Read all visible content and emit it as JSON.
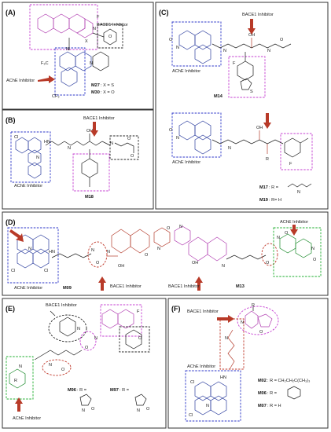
{
  "panels": [
    {
      "label": "(A)",
      "labels": {
        "bace": "BACE1 Inhibitor",
        "ache": "AChE Inhibitor"
      },
      "atoms": [
        "F",
        "N",
        "O",
        "F₃C",
        "CF₃",
        "N",
        "N",
        "X"
      ],
      "compounds": [
        {
          "name": "M27",
          "desc": ": X = S"
        },
        {
          "name": "M30",
          "desc": ": X = O"
        }
      ]
    },
    {
      "label": "(B)",
      "labels": {
        "bace": "BACE1 Inhibitor",
        "ache": "AChE Inhibitor"
      },
      "atoms": [
        "Cl",
        "N",
        "HN",
        "N",
        "OH",
        "N",
        "O",
        "O"
      ],
      "compounds": [
        {
          "name": "M18",
          "desc": ""
        }
      ]
    },
    {
      "label": "(C)",
      "labels": {
        "bace": "BACE1 Inhibitor",
        "ache1": "AChE Inhibitor",
        "ache2": "AChE Inhibitor"
      },
      "atoms": [
        "O",
        "N",
        "N",
        "OH",
        "N",
        "O",
        "F",
        "S",
        "N",
        "O",
        "N",
        "N",
        "OH",
        "R",
        "F"
      ],
      "compounds": [
        {
          "name": "M14",
          "desc": ""
        },
        {
          "name": "M17",
          "desc": ": R ="
        },
        {
          "name": "M19",
          "desc": ": R= H"
        }
      ]
    },
    {
      "label": "(D)",
      "labels": {
        "ache1": "AChE Inhibitor",
        "bace1": "BACE1 Inhibitor",
        "bace2": "BACE1 Inhibitor",
        "ache2": "AChE Inhibitor"
      },
      "atoms": [
        "N",
        "Cl",
        "Cl",
        "HN",
        "N",
        "O",
        "N",
        "OH",
        "O",
        "N",
        "O",
        "N",
        "OH",
        "N",
        "O",
        "N",
        "O",
        "N",
        "O"
      ],
      "compounds": [
        {
          "name": "M09",
          "desc": ""
        },
        {
          "name": "M13",
          "desc": ""
        }
      ]
    },
    {
      "label": "(E)",
      "labels": {
        "bace": "BACE1 Inhibitor",
        "ache": "AChE Inhibitor"
      },
      "atoms": [
        "F",
        "N",
        "N",
        "O",
        "O",
        "N",
        "O",
        "N",
        "R",
        "N",
        "O",
        "N",
        "O"
      ],
      "compounds": [
        {
          "name": "M96",
          "desc": ": R ="
        },
        {
          "name": "M97",
          "desc": ": R ="
        }
      ]
    },
    {
      "label": "(F)",
      "labels": {
        "bace": "BACE1 Inhibitor",
        "ache": "AChE Inhibitor"
      },
      "atoms": [
        "R",
        "N",
        "O",
        "N",
        "HN",
        "Cl",
        "Cl",
        "N"
      ],
      "compounds": [
        {
          "name": "M02",
          "desc": ": R = CH₂CH₂C(CH₃)₃"
        },
        {
          "name": "M06",
          "desc": ": R ="
        },
        {
          "name": "M07",
          "desc": ": R = H"
        }
      ]
    }
  ],
  "colors": {
    "ache_box": "#2b35c8",
    "bace_box": "#c43dd1",
    "linker_box": "#c0392b",
    "aux_box": "#222222",
    "ache_alt_box": "#1cae2c",
    "arrow": "#b83a28"
  }
}
